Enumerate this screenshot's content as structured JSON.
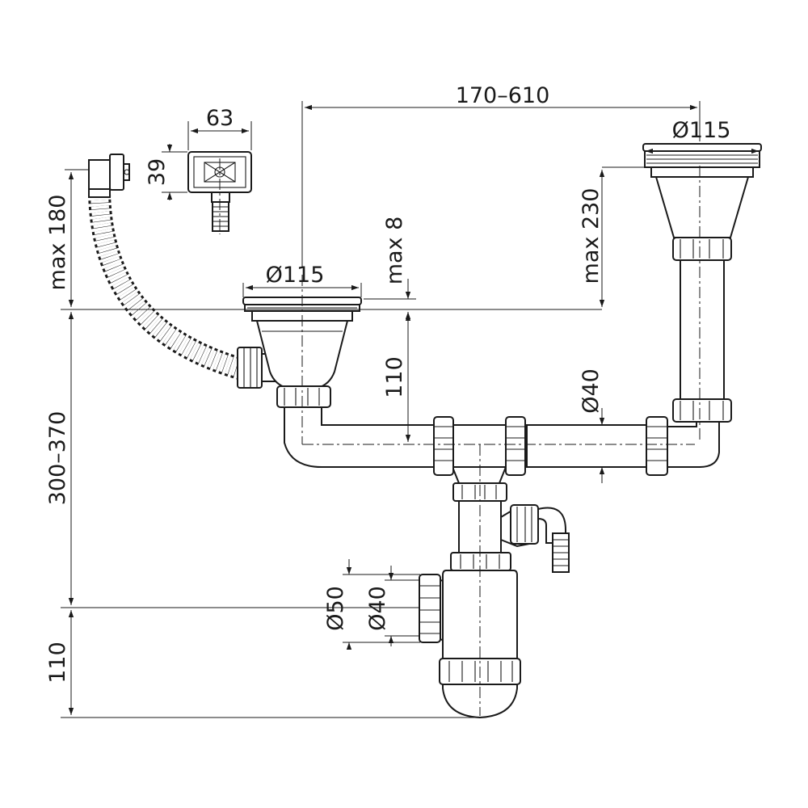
{
  "dimensions": {
    "overflow_width": "63",
    "overflow_height": "39",
    "span_between_drains": "170–610",
    "right_strainer_diameter": "Ø115",
    "left_strainer_diameter": "Ø115",
    "overflow_hose_height": "max 180",
    "strainer_lip": "max 8",
    "right_drain_height": "max 230",
    "left_drain_to_pipe": "110",
    "pipe_diameter": "Ø40",
    "total_height": "300–370",
    "trap_outlet_outer": "Ø50",
    "trap_outlet_inner": "Ø40",
    "trap_bottom": "110"
  }
}
